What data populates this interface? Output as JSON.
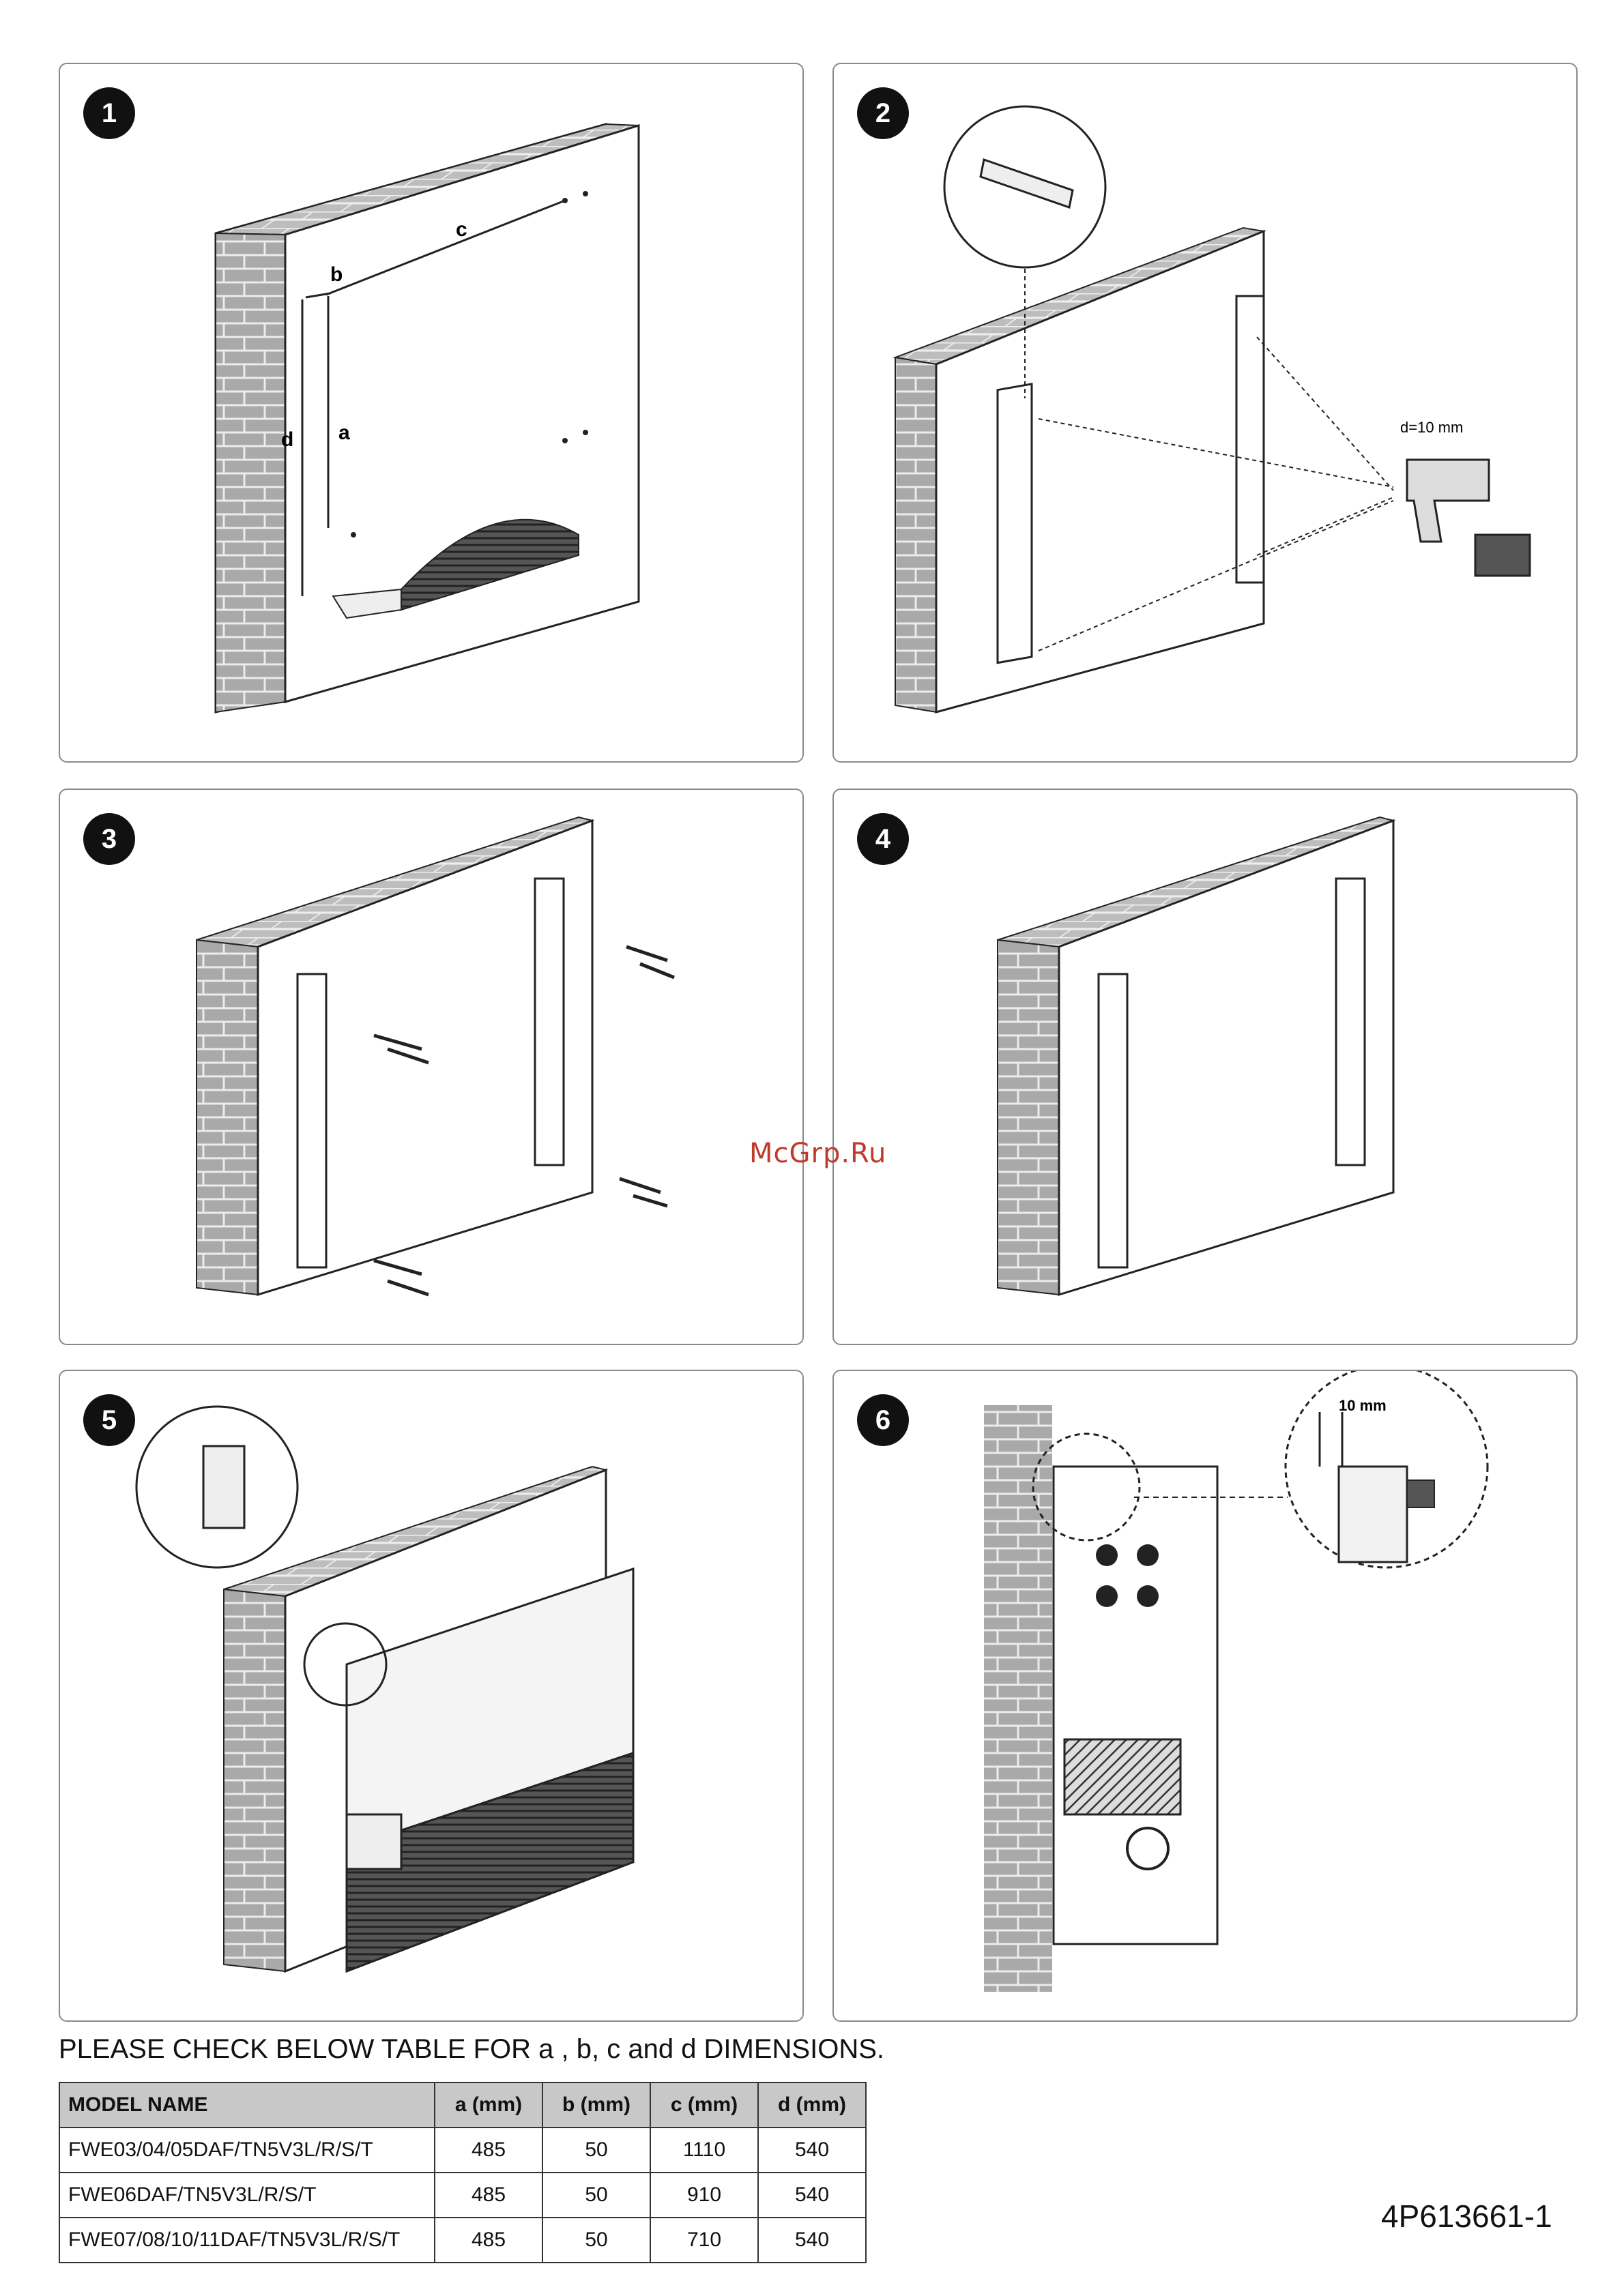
{
  "steps": [
    {
      "number": "1",
      "labels": {
        "a": "a",
        "b": "b",
        "c": "c",
        "d": "d"
      }
    },
    {
      "number": "2",
      "drill_label": "d=10 mm"
    },
    {
      "number": "3"
    },
    {
      "number": "4"
    },
    {
      "number": "5"
    },
    {
      "number": "6",
      "gap_label": "10 mm"
    }
  ],
  "watermark": "McGrp.Ru",
  "instruction": "PLEASE CHECK BELOW TABLE FOR a , b, c and d DIMENSIONS.",
  "table": {
    "headers": [
      "MODEL NAME",
      "a (mm)",
      "b (mm)",
      "c (mm)",
      "d (mm)"
    ],
    "rows": [
      [
        "FWE03/04/05DAF/TN5V3L/R/S/T",
        "485",
        "50",
        "1110",
        "540"
      ],
      [
        "FWE06DAF/TN5V3L/R/S/T",
        "485",
        "50",
        "910",
        "540"
      ],
      [
        "FWE07/08/10/11DAF/TN5V3L/R/S/T",
        "485",
        "50",
        "710",
        "540"
      ]
    ]
  },
  "document_number": "4P613661-1",
  "colors": {
    "brick": "#a8a8a8",
    "brick_top": "#b8b8b8",
    "line": "#222222"
  }
}
